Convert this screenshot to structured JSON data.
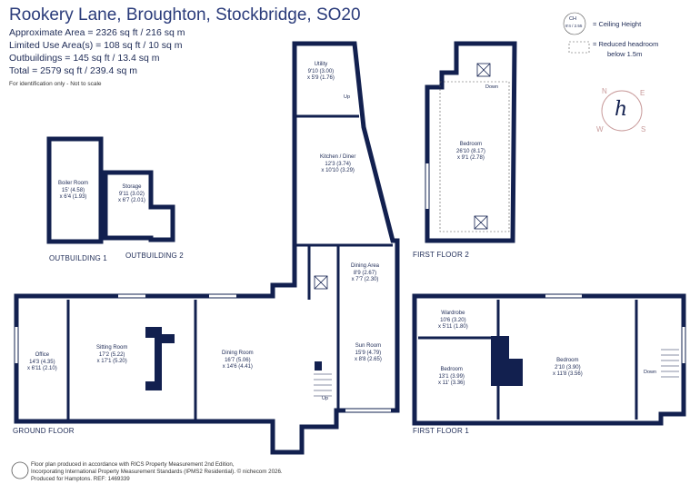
{
  "header": {
    "title": "Rookery Lane, Broughton, Stockbridge, SO20",
    "approx_area": "Approximate Area = 2326 sq ft / 216 sq m",
    "limited_use": "Limited Use Area(s) = 108 sq ft / 10 sq m",
    "outbuildings": "Outbuildings = 145 sq ft / 13.4 sq m",
    "total": "Total = 2579 sq ft / 239.4 sq m",
    "note": "For identification only - Not to scale"
  },
  "legend": {
    "ch_symbol_top": "CH",
    "ch_symbol_bottom": "8'4 / 2.55",
    "ceiling_height": "= Ceiling Height",
    "reduced_line1": "= Reduced headroom",
    "reduced_line2": "below 1.5m"
  },
  "compass": {
    "n": "N",
    "e": "E",
    "s": "S",
    "w": "W",
    "logo": "h"
  },
  "sections": {
    "ground": "GROUND FLOOR",
    "first1": "FIRST FLOOR 1",
    "first2": "FIRST FLOOR 2",
    "out1": "OUTBUILDING 1",
    "out2": "OUTBUILDING 2"
  },
  "rooms": {
    "boiler": {
      "name": "Boiler Room",
      "dims": "15' (4.58)",
      "dims2": "x 6'4 (1.93)"
    },
    "storage": {
      "name": "Storage",
      "dims": "9'11 (3.02)",
      "dims2": "x 6'7 (2.01)"
    },
    "utility": {
      "name": "Utility",
      "dims": "9'10 (3.00)",
      "dims2": "x 5'9 (1.76)"
    },
    "kitchen": {
      "name": "Kitchen / Diner",
      "dims": "12'3 (3.74)",
      "dims2": "x 10'10 (3.29)"
    },
    "dining_area": {
      "name": "Dining Area",
      "dims": "8'9 (2.67)",
      "dims2": "x 7'7 (2.30)"
    },
    "sun": {
      "name": "Sun Room",
      "dims": "15'9 (4.79)",
      "dims2": "x 8'8 (2.65)"
    },
    "office": {
      "name": "Office",
      "dims": "14'3 (4.35)",
      "dims2": "x 6'11 (2.10)"
    },
    "sitting": {
      "name": "Sitting Room",
      "dims": "17'2 (5.22)",
      "dims2": "x 17'1 (5.20)"
    },
    "dining_room": {
      "name": "Dining Room",
      "dims": "16'7 (5.06)",
      "dims2": "x 14'6 (4.41)"
    },
    "bedroom_ff2": {
      "name": "Bedroom",
      "dims": "26'10 (8.17)",
      "dims2": "x 9'1 (2.78)"
    },
    "wardrobe": {
      "name": "Wardrobe",
      "dims": "10'6 (3.20)",
      "dims2": "x 5'11 (1.80)"
    },
    "bedroom_a": {
      "name": "Bedroom",
      "dims": "13'1 (3.99)",
      "dims2": "x 11' (3.36)"
    },
    "bedroom_b": {
      "name": "Bedroom",
      "dims": "2'10 (3.90)",
      "dims2": "x 11'8 (3.56)"
    }
  },
  "stairs": {
    "up1": "Up",
    "up2": "Up",
    "down1": "Down",
    "down2": "Down"
  },
  "footer": {
    "line1": "Floor plan produced in accordance with RICS Property Measurement 2nd Edition,",
    "line2": "Incorporating International Property Measurement Standards (IPMS2 Residential).  © nichecom 2026.",
    "line3": "Produced for Hamptons.  REF:  1469339"
  },
  "colors": {
    "wall": "#12204f",
    "title": "#2a3b7a",
    "compass": "#c89a9a"
  }
}
